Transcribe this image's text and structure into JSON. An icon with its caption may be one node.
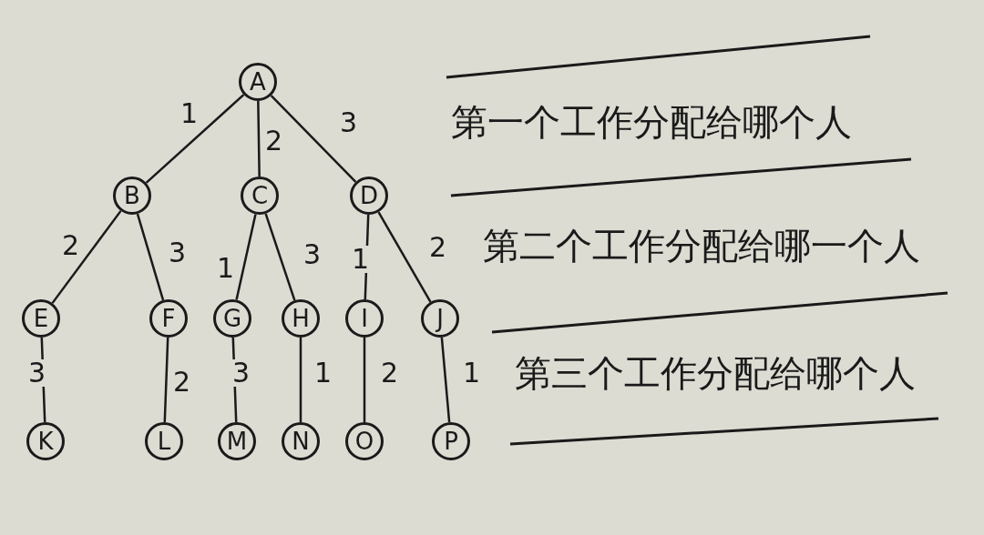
{
  "diagram": {
    "nodes": [
      {
        "text": [
          "A"
        ]
      },
      {
        "text": [
          "B"
        ]
      },
      {
        "text": [
          "C"
        ]
      },
      {
        "text": [
          "D"
        ]
      },
      {
        "text": [
          "E"
        ]
      },
      {
        "text": [
          "F"
        ]
      },
      {
        "text": [
          "G"
        ]
      },
      {
        "text": [
          "H"
        ]
      },
      {
        "text": [
          "I"
        ]
      },
      {
        "text": [
          "J"
        ]
      },
      {
        "text": [
          "K"
        ]
      },
      {
        "text": [
          "L"
        ]
      },
      {
        "text": [
          "M"
        ]
      },
      {
        "text": [
          "N"
        ]
      },
      {
        "text": [
          "O"
        ]
      },
      {
        "text": [
          "P"
        ]
      }
    ],
    "edges": [
      {
        "from": 0,
        "to": 1,
        "arrow": "none",
        "label": "1"
      },
      {
        "from": 0,
        "to": 2,
        "arrow": "none",
        "label": "2"
      },
      {
        "from": 0,
        "to": 3,
        "arrow": "none",
        "label": "3"
      },
      {
        "from": 1,
        "to": 4,
        "arrow": "none",
        "label": "2"
      },
      {
        "from": 1,
        "to": 5,
        "arrow": "none",
        "label": "3"
      },
      {
        "from": 2,
        "to": 6,
        "arrow": "none",
        "label": "1"
      },
      {
        "from": 2,
        "to": 7,
        "arrow": "none",
        "label": "3"
      },
      {
        "from": 3,
        "to": 8,
        "arrow": "none",
        "label": "1"
      },
      {
        "from": 3,
        "to": 9,
        "arrow": "none",
        "label": "2"
      },
      {
        "from": 4,
        "to": 10,
        "arrow": "none",
        "label": "3"
      },
      {
        "from": 5,
        "to": 11,
        "arrow": "none",
        "label": "2"
      },
      {
        "from": 6,
        "to": 12,
        "arrow": "none",
        "label": "3"
      },
      {
        "from": 7,
        "to": 13,
        "arrow": "none",
        "label": "1"
      },
      {
        "from": 8,
        "to": 14,
        "arrow": "none",
        "label": "2"
      },
      {
        "from": 9,
        "to": 15,
        "arrow": "none",
        "label": "1"
      }
    ],
    "labels": [
      "第一个工作分配给哪个人",
      "第二个工作分配给哪一个人",
      "第三个工作分配给哪个人"
    ]
  }
}
